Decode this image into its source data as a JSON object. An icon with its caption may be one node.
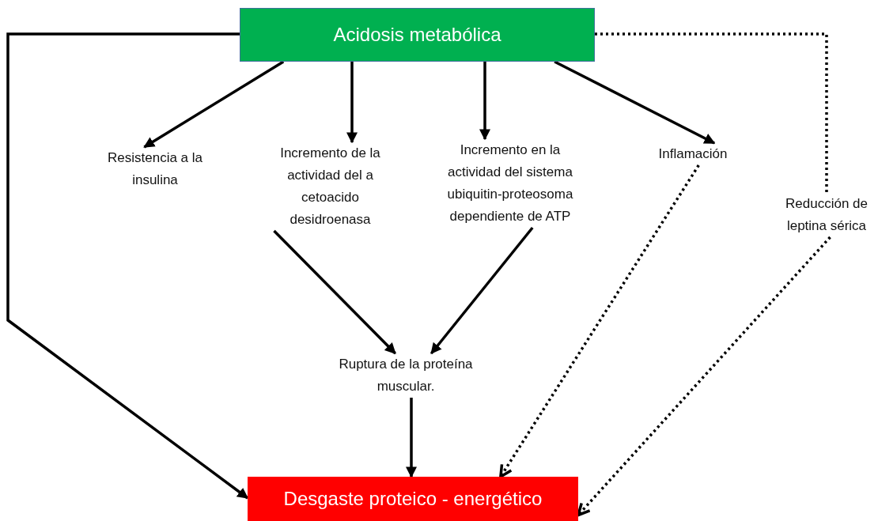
{
  "diagram": {
    "nodes": [
      {
        "text": [
          "Acidosis metabólica"
        ]
      },
      {
        "text": [
          "Resistencia a la insulina"
        ]
      },
      {
        "text": [
          "Incremento de la actividad del a cetoacido desidroenasa"
        ]
      },
      {
        "text": [
          "Incremento en la actividad del sistema ubiquitin-proteosoma dependiente de ATP"
        ]
      },
      {
        "text": [
          "Inflamación"
        ]
      },
      {
        "text": [
          "Reducción de leptina sérica"
        ]
      },
      {
        "text": [
          "Ruptura de la proteína muscular."
        ]
      },
      {
        "text": [
          "Desgaste proteico - energético"
        ]
      }
    ],
    "edges": [
      {
        "from": 0,
        "to": 1,
        "arrow": "to"
      },
      {
        "from": 0,
        "to": 2,
        "arrow": "to"
      },
      {
        "from": 0,
        "to": 3,
        "arrow": "to"
      },
      {
        "from": 0,
        "to": 4,
        "arrow": "to"
      },
      {
        "from": 0,
        "to": 7,
        "arrow": "to"
      },
      {
        "from": 0,
        "to": 5,
        "arrow": "none",
        "style": "dashed"
      },
      {
        "from": 2,
        "to": 6,
        "arrow": "to"
      },
      {
        "from": 3,
        "to": 6,
        "arrow": "to"
      },
      {
        "from": 4,
        "to": 7,
        "arrow": "to",
        "style": "dashed"
      },
      {
        "from": 5,
        "to": 7,
        "arrow": "to",
        "style": "dashed"
      },
      {
        "from": 6,
        "to": 7,
        "arrow": "to"
      }
    ]
  }
}
